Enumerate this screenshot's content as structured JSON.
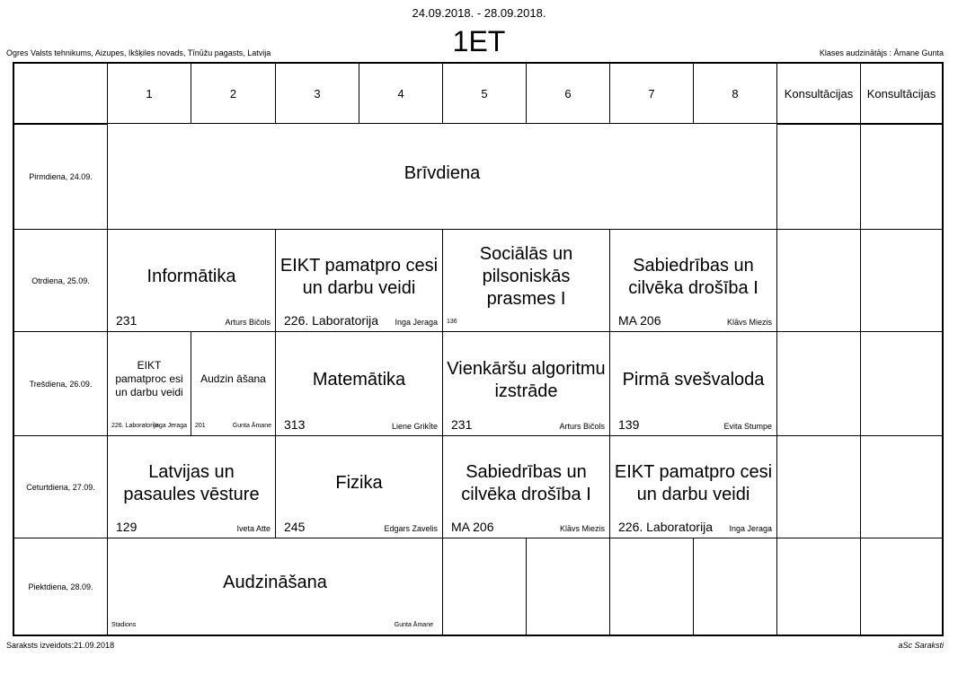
{
  "header": {
    "date_range": "24.09.2018. - 28.09.2018.",
    "class_name": "1ET",
    "school": "Ogres Valsts tehnikums, Aizupes, Ikšķiles novads, Tīnūžu pagasts, Latvija",
    "class_teacher": "Klases audzinātājs : Āmane Gunta"
  },
  "columns": [
    "1",
    "2",
    "3",
    "4",
    "5",
    "6",
    "7",
    "8",
    "Konsultācijas",
    "Konsultācijas"
  ],
  "days": [
    "Pirmdiena, 24.09.",
    "Otrdiena, 25.09.",
    "Trešdiena, 26.09.",
    "Ceturtdiena, 27.09.",
    "Piektdiena, 28.09."
  ],
  "lessons": [
    {
      "row": 0,
      "col": 1,
      "span": 8,
      "subject": "Brīvdiena",
      "room": "",
      "teacher": ""
    },
    {
      "row": 1,
      "col": 1,
      "span": 2,
      "subject": "Informātika",
      "room": "231",
      "teacher": "Arturs Bičols"
    },
    {
      "row": 1,
      "col": 3,
      "span": 2,
      "subject": "EIKT pamatpro cesi un darbu veidi",
      "room": "226. Laboratorija",
      "teacher": "Inga Jeraga"
    },
    {
      "row": 1,
      "col": 5,
      "span": 2,
      "subject": "Sociālās un pilsoniskās prasmes I",
      "room": "136",
      "teacher": ""
    },
    {
      "row": 1,
      "col": 7,
      "span": 2,
      "subject": "Sabiedrības un cilvēka drošība I",
      "room": "MA 206",
      "teacher": "Klāvs Miezis"
    },
    {
      "row": 2,
      "col": 1,
      "span": 1,
      "subject": "EIKT pamatproc esi un darbu veidi",
      "room": "226. Laboratorija",
      "teacher": "Inga Jeraga"
    },
    {
      "row": 2,
      "col": 2,
      "span": 1,
      "subject": "Audzin āšana",
      "room": "201",
      "teacher": "Gunta Āmane"
    },
    {
      "row": 2,
      "col": 3,
      "span": 2,
      "subject": "Matemātika",
      "room": "313",
      "teacher": "Liene Grikīte"
    },
    {
      "row": 2,
      "col": 5,
      "span": 2,
      "subject": "Vienkāršu algoritmu izstrāde",
      "room": "231",
      "teacher": "Arturs Bičols"
    },
    {
      "row": 2,
      "col": 7,
      "span": 2,
      "subject": "Pirmā svešvaloda",
      "room": "139",
      "teacher": "Evita Stumpe"
    },
    {
      "row": 3,
      "col": 1,
      "span": 2,
      "subject": "Latvijas un pasaules vēsture",
      "room": "129",
      "teacher": "Iveta Atte"
    },
    {
      "row": 3,
      "col": 3,
      "span": 2,
      "subject": "Fizika",
      "room": "245",
      "teacher": "Edgars Zavelis"
    },
    {
      "row": 3,
      "col": 5,
      "span": 2,
      "subject": "Sabiedrības un cilvēka drošība I",
      "room": "MA 206",
      "teacher": "Klāvs Miezis"
    },
    {
      "row": 3,
      "col": 7,
      "span": 2,
      "subject": "EIKT pamatpro cesi un darbu veidi",
      "room": "226. Laboratorija",
      "teacher": "Inga Jeraga"
    },
    {
      "row": 4,
      "col": 1,
      "span": 4,
      "subject": "Audzināšana",
      "room": "Stadions",
      "teacher": "Gunta Āmane"
    }
  ],
  "footer": {
    "created": "Saraksts izveidots:21.09.2018",
    "software": "aSc Saraksti"
  }
}
